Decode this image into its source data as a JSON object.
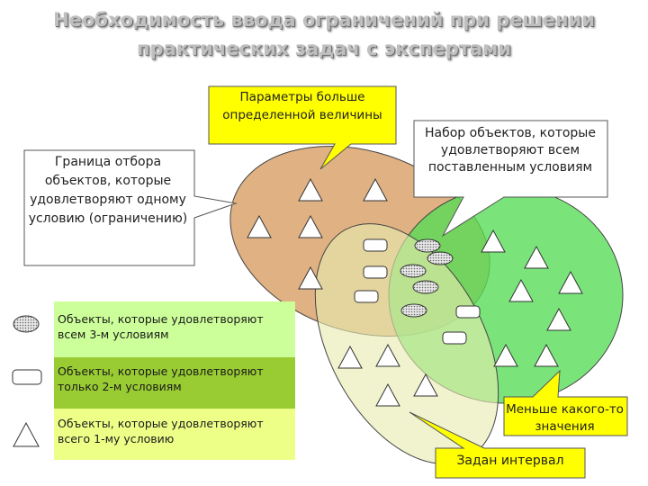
{
  "title": {
    "line1": "Необходимость ввода ограничений при решении",
    "line2": "практических задач с экспертами"
  },
  "callouts": {
    "top": "Параметры больше определенной величины",
    "left": "Граница отбора объектов, которые удовлетворяют одному условию (ограничению)",
    "right": "Набор объектов, которые удовлетворяют всем поставленным условиям",
    "less": "Меньше какого-то значения",
    "interval": "Задан интервал"
  },
  "legend": [
    {
      "label": "Объекты, которые удовлетворяют всем 3-м условиям",
      "symbol": "hatched-ellipse",
      "color": "#ccff99"
    },
    {
      "label": "Объекты, которые удовлетворяют только 2-м условиям",
      "symbol": "rounded-rectangle",
      "color": "#99cc33"
    },
    {
      "label": "Объекты, которые удовлетворяют всего 1-му условию",
      "symbol": "triangle",
      "color": "#eeff88"
    }
  ],
  "colors": {
    "orange_set": "#d9a066",
    "green_set": "#55dd55",
    "lightgreen_set": "#e6ecb0",
    "callout_yellow": "#ffff00",
    "title_gray": "#bfbfbf"
  }
}
